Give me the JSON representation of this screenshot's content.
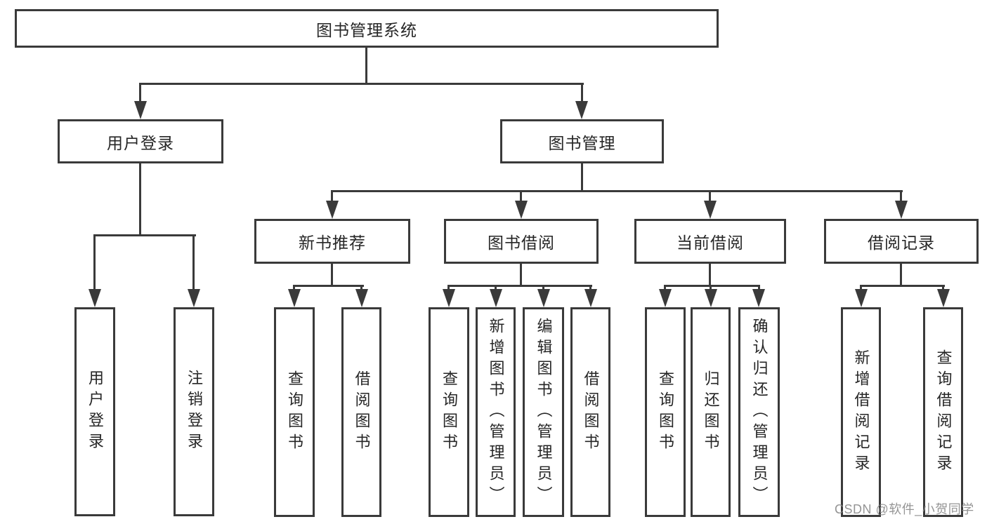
{
  "diagram_type": "tree",
  "tree": {
    "label": "图书管理系统",
    "children": [
      {
        "label": "用户登录",
        "children": [
          {
            "label": "用户登录"
          },
          {
            "label": "注销登录"
          }
        ]
      },
      {
        "label": "图书管理",
        "children": [
          {
            "label": "新书推荐",
            "children": [
              {
                "label": "查询图书"
              },
              {
                "label": "借阅图书"
              }
            ]
          },
          {
            "label": "图书借阅",
            "children": [
              {
                "label": "查询图书"
              },
              {
                "label": "新增图书（管理员）"
              },
              {
                "label": "编辑图书（管理员）"
              },
              {
                "label": "借阅图书"
              }
            ]
          },
          {
            "label": "当前借阅",
            "children": [
              {
                "label": "查询图书"
              },
              {
                "label": "归还图书"
              },
              {
                "label": "确认归还（管理员）"
              }
            ]
          },
          {
            "label": "借阅记录",
            "children": [
              {
                "label": "新增借阅记录"
              },
              {
                "label": "查询借阅记录"
              }
            ]
          }
        ]
      }
    ]
  },
  "watermark": {
    "text": "CSDN @软件_小贺同学"
  },
  "colors": {
    "line": "#3a3a3a",
    "box_border": "#3a3a3a",
    "text": "#262626",
    "watermark": "#9e9e9e",
    "background": "#ffffff"
  }
}
